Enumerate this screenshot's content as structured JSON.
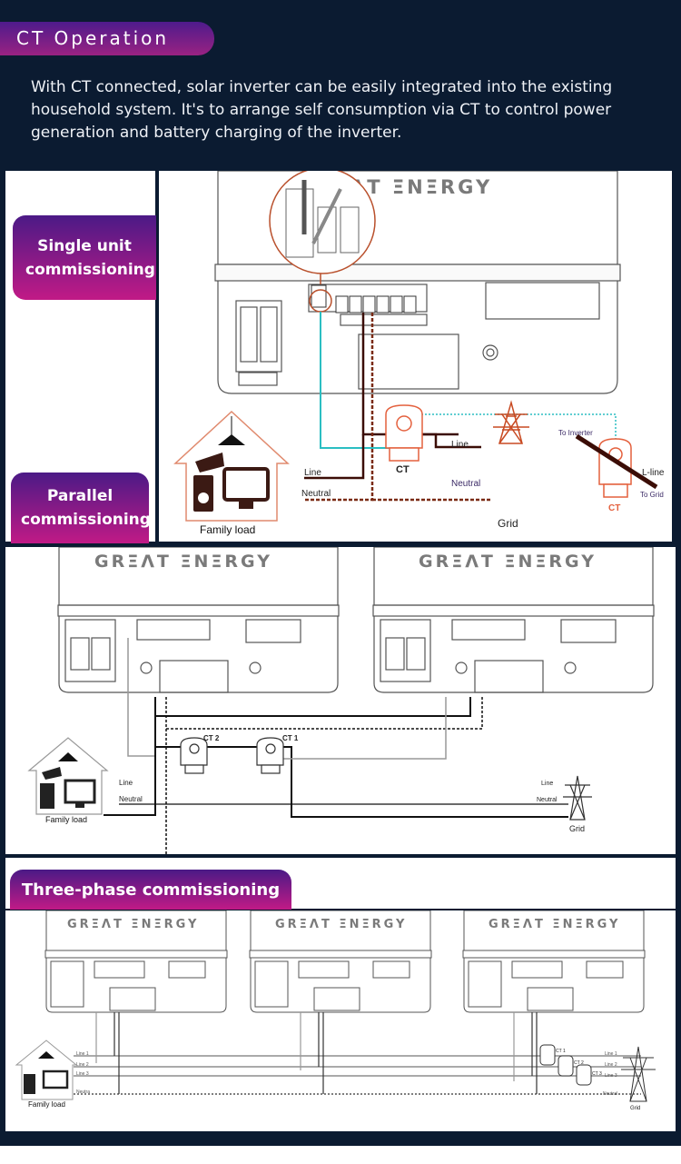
{
  "header": {
    "title": "CT Operation",
    "description": "With CT connected, solar inverter can be easily integrated into the existing household system. It's to arrange self consumption via CT to control power generation and battery charging of the inverter."
  },
  "colors": {
    "background": "#0b1b31",
    "badge_gradient_top": "#4b1a86",
    "badge_gradient_bottom": "#c11a86",
    "line_dark": "#3b0d06",
    "ct_orange": "#e4603d",
    "signal_cyan": "#2bbec2"
  },
  "sections": {
    "single": {
      "badge": "Single unit commissioning",
      "brand": "GREAT ENERGY",
      "brand_partial": "ΛT ΞNΞRGY",
      "labels": {
        "line": "Line",
        "neutral": "Neutral",
        "ct": "CT",
        "family_load": "Family load",
        "grid": "Grid",
        "grid_line": "Line",
        "grid_neutral": "Neutral",
        "to_inverter": "To Inverter",
        "l_line": "L-line",
        "to_grid": "To Grid",
        "ct_detail": "CT"
      }
    },
    "parallel": {
      "badge": "Parallel commissioning",
      "brand": "GRΞΛT ΞNΞRGY",
      "labels": {
        "ct2": "CT 2",
        "ct1": "CT 1",
        "line": "Line",
        "neutral": "Neutral",
        "family_load": "Family load",
        "grid_line": "Line",
        "grid_neutral": "Neutral",
        "grid": "Grid"
      }
    },
    "three_phase": {
      "badge": "Three-phase commissioning",
      "brand": "GRΞΛT ΞNΞRGY",
      "labels": {
        "line1": "Line 1",
        "line2": "Line 2",
        "line3": "Line 3",
        "neutral": "Neutra",
        "family_load": "Family load",
        "ct1": "CT 1",
        "ct2": "CT 2",
        "ct3": "CT 3",
        "grid_line1": "Line 1",
        "grid_line2": "Line 2",
        "grid_line3": "Line 3",
        "grid_neutral": "Neutral",
        "grid": "Grid"
      }
    }
  }
}
